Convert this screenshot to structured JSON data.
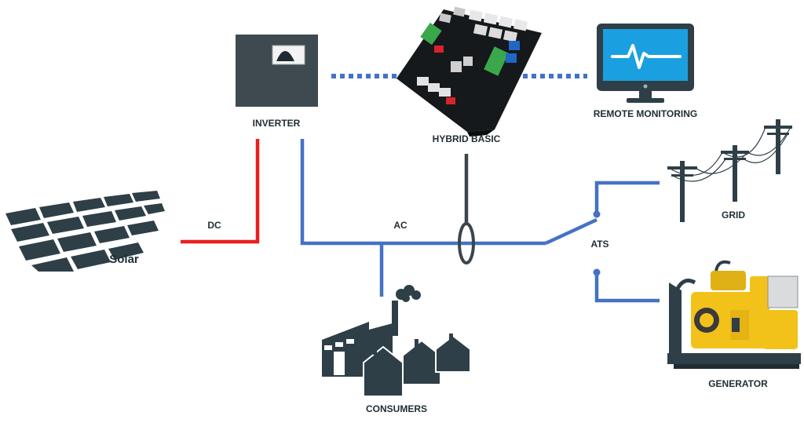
{
  "labels": {
    "inverter": "INVERTER",
    "hybrid": "HYBRID BASIC",
    "remote": "REMOTE MONITORING",
    "solar": "Solar",
    "dc": "DC",
    "ac": "AC",
    "ats": "ATS",
    "grid": "GRID",
    "generator": "GENERATOR",
    "consumers": "CONSUMERS"
  },
  "colors": {
    "dc_line": "#ee1c1c",
    "ac_line": "#4472c4",
    "sense_line": "#3c454c",
    "comm_dots": "#4472c4",
    "icon_dark": "#2e3f47",
    "generator_body": "#f2c21b",
    "board": "#15191c",
    "monitor_screen": "#1aa0e0"
  },
  "icons": {
    "inverter": "inverter-icon",
    "hybrid": "controller-board-icon",
    "remote": "monitor-icon",
    "solar": "solar-panel-icon",
    "grid": "power-pylon-icon",
    "generator": "generator-icon",
    "consumers": "factory-houses-icon",
    "sensor": "current-transformer-icon"
  }
}
